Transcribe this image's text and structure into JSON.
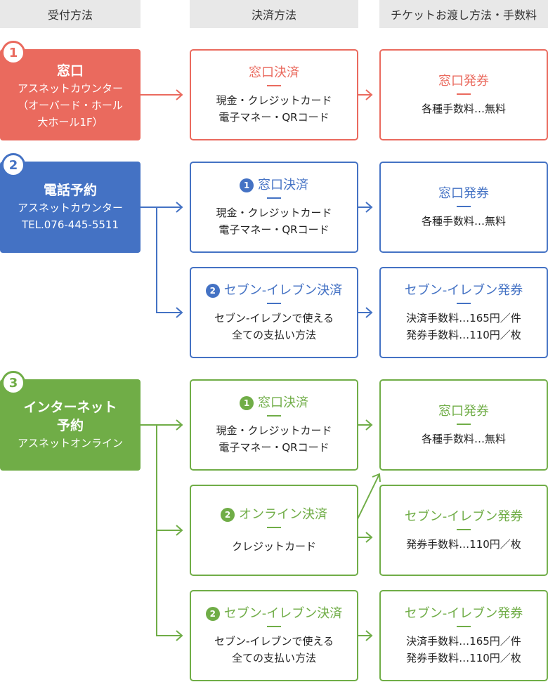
{
  "headers": [
    "受付方法",
    "決済方法",
    "チケットお渡し方法・手数料"
  ],
  "colors": {
    "red": "#ea6a5e",
    "blue": "#4472c4",
    "green": "#70ad47"
  },
  "rows": [
    {
      "number": "1",
      "source": {
        "title": "窓口",
        "sub": [
          "アスネットカウンター",
          "（オーバード・ホール",
          "大ホール1F）"
        ]
      },
      "payments": [
        {
          "badge": "",
          "title": "窓口決済",
          "lines": [
            "現金・クレジットカード",
            "電子マネー・QRコード"
          ]
        }
      ],
      "deliveries": [
        {
          "title": "窓口発券",
          "lines": [
            "各種手数料…無料"
          ]
        }
      ]
    },
    {
      "number": "2",
      "source": {
        "title": "電話予約",
        "sub": [
          "アスネットカウンター",
          "TEL.076-445-5511"
        ]
      },
      "payments": [
        {
          "badge": "1",
          "title": "窓口決済",
          "lines": [
            "現金・クレジットカード",
            "電子マネー・QRコード"
          ]
        },
        {
          "badge": "2",
          "title": "セブン-イレブン決済",
          "lines": [
            "セブン-イレブンで使える",
            "全ての支払い方法"
          ]
        }
      ],
      "deliveries": [
        {
          "title": "窓口発券",
          "lines": [
            "各種手数料…無料"
          ]
        },
        {
          "title": "セブン-イレブン発券",
          "lines": [
            "決済手数料…165円／件",
            "発券手数料…110円／枚"
          ]
        }
      ]
    },
    {
      "number": "3",
      "source": {
        "title": "インターネット予約",
        "title_lines": [
          "インターネット",
          "予約"
        ],
        "sub": [
          "アスネットオンライン"
        ]
      },
      "payments": [
        {
          "badge": "1",
          "title": "窓口決済",
          "lines": [
            "現金・クレジットカード",
            "電子マネー・QRコード"
          ]
        },
        {
          "badge": "2",
          "title": "オンライン決済",
          "lines": [
            "クレジットカード"
          ]
        },
        {
          "badge": "2",
          "title": "セブン-イレブン決済",
          "lines": [
            "セブン-イレブンで使える",
            "全ての支払い方法"
          ]
        }
      ],
      "deliveries": [
        {
          "title": "窓口発券",
          "lines": [
            "各種手数料…無料"
          ]
        },
        {
          "title": "セブン-イレブン発券",
          "lines": [
            "発券手数料…110円／枚"
          ]
        },
        {
          "title": "セブン-イレブン発券",
          "lines": [
            "決済手数料…165円／件",
            "発券手数料…110円／枚"
          ]
        }
      ]
    }
  ]
}
